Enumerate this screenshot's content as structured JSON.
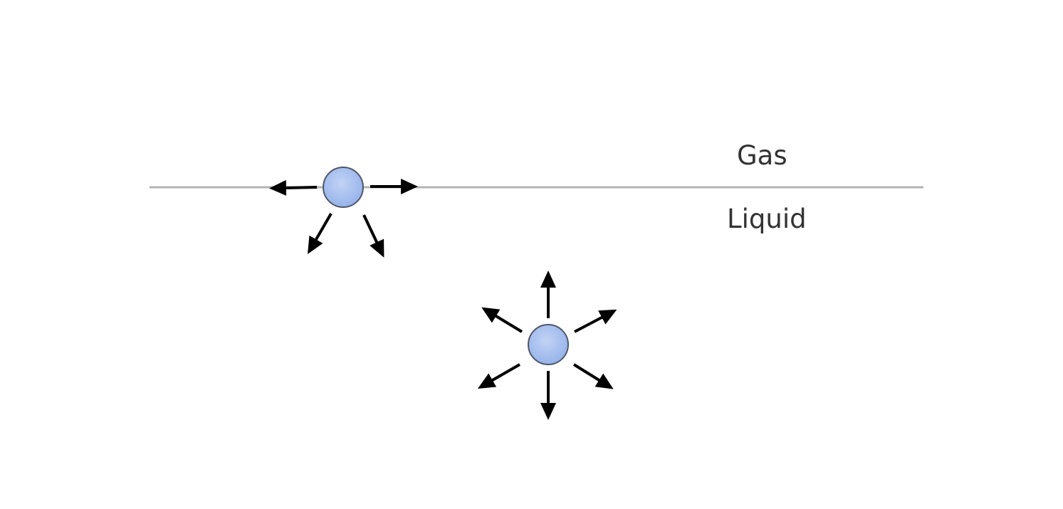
{
  "labels": {
    "gas": "Gas",
    "liquid": "Liquid"
  },
  "colors": {
    "molecule_fill": "#a9c2ef",
    "molecule_stroke": "#505866",
    "interface_line": "#b4b4b4",
    "arrow": "#000000",
    "text": "#333333"
  },
  "molecules": {
    "surface": {
      "arrow_count": 4,
      "arrow_directions": [
        "left",
        "right",
        "down-left",
        "down-right"
      ]
    },
    "bulk": {
      "arrow_count": 6,
      "arrow_directions": [
        "up",
        "up-left",
        "up-right",
        "down",
        "down-left",
        "down-right"
      ]
    }
  }
}
